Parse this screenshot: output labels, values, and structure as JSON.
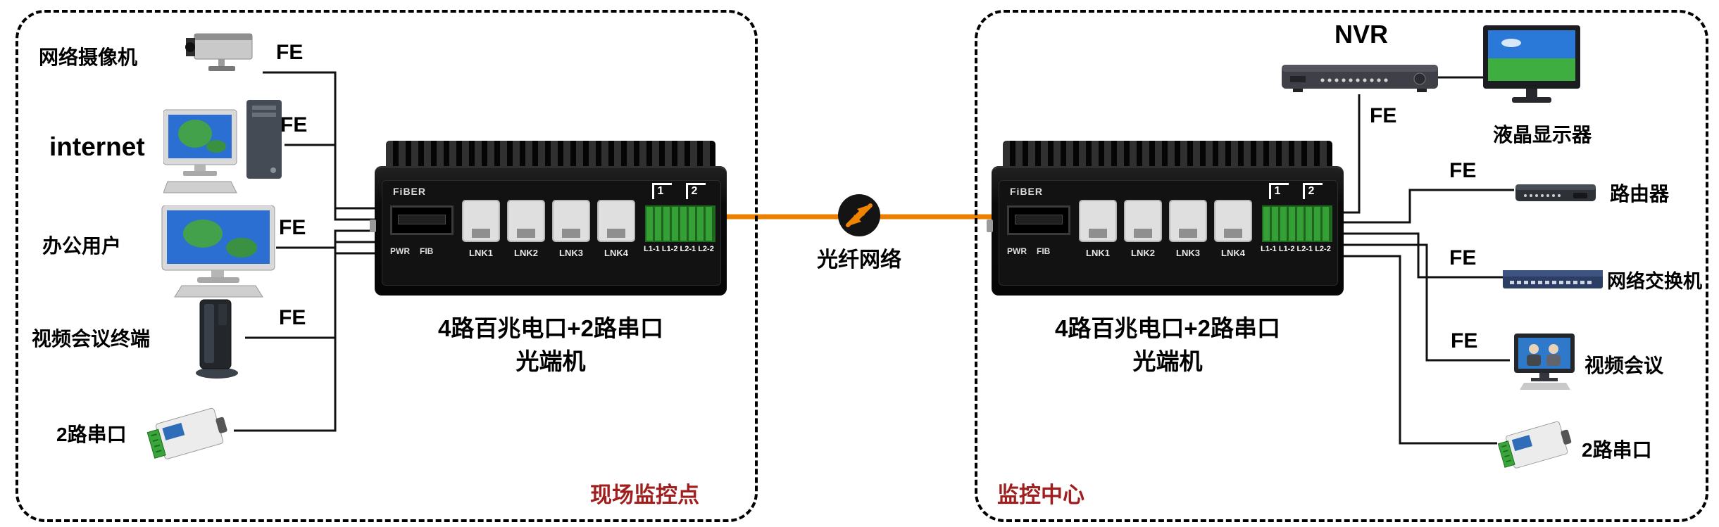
{
  "left_site": {
    "name": "现场监控点",
    "devices": {
      "camera": {
        "label": "网络摄像机"
      },
      "internet": {
        "label": "internet"
      },
      "office": {
        "label": "办公用户"
      },
      "videoconf": {
        "label": "视频会议终端"
      },
      "serial": {
        "label": "2路串口"
      }
    },
    "converter_caption": {
      "line1": "4路百兆电口+2路串口",
      "line2": "光端机"
    }
  },
  "right_site": {
    "name": "监控中心",
    "devices": {
      "nvr": {
        "label": "NVR"
      },
      "lcd": {
        "label": "液晶显示器"
      },
      "router": {
        "label": "路由器"
      },
      "switch": {
        "label": "网络交换机"
      },
      "videoconf": {
        "label": "视频会议"
      },
      "serial": {
        "label": "2路串口"
      }
    },
    "converter_caption": {
      "line1": "4路百兆电口+2路串口",
      "line2": "光端机"
    }
  },
  "fiber_link": {
    "label": "光纤网络"
  },
  "fe_label": "FE",
  "converter_panel": {
    "fiber_label": "FiBER",
    "pwr_label": "PWR",
    "fib_label": "FIB",
    "port_labels": [
      "LNK1",
      "LNK2",
      "LNK3",
      "LNK4"
    ],
    "terminal_group1": "1",
    "terminal_group2": "2",
    "terminal_pins": "L1-1 L1-2 L2-1 L2-2"
  },
  "colors": {
    "fiber_line": "#ee8000",
    "site_label": "#a01e1e",
    "connection_line": "#111111"
  }
}
